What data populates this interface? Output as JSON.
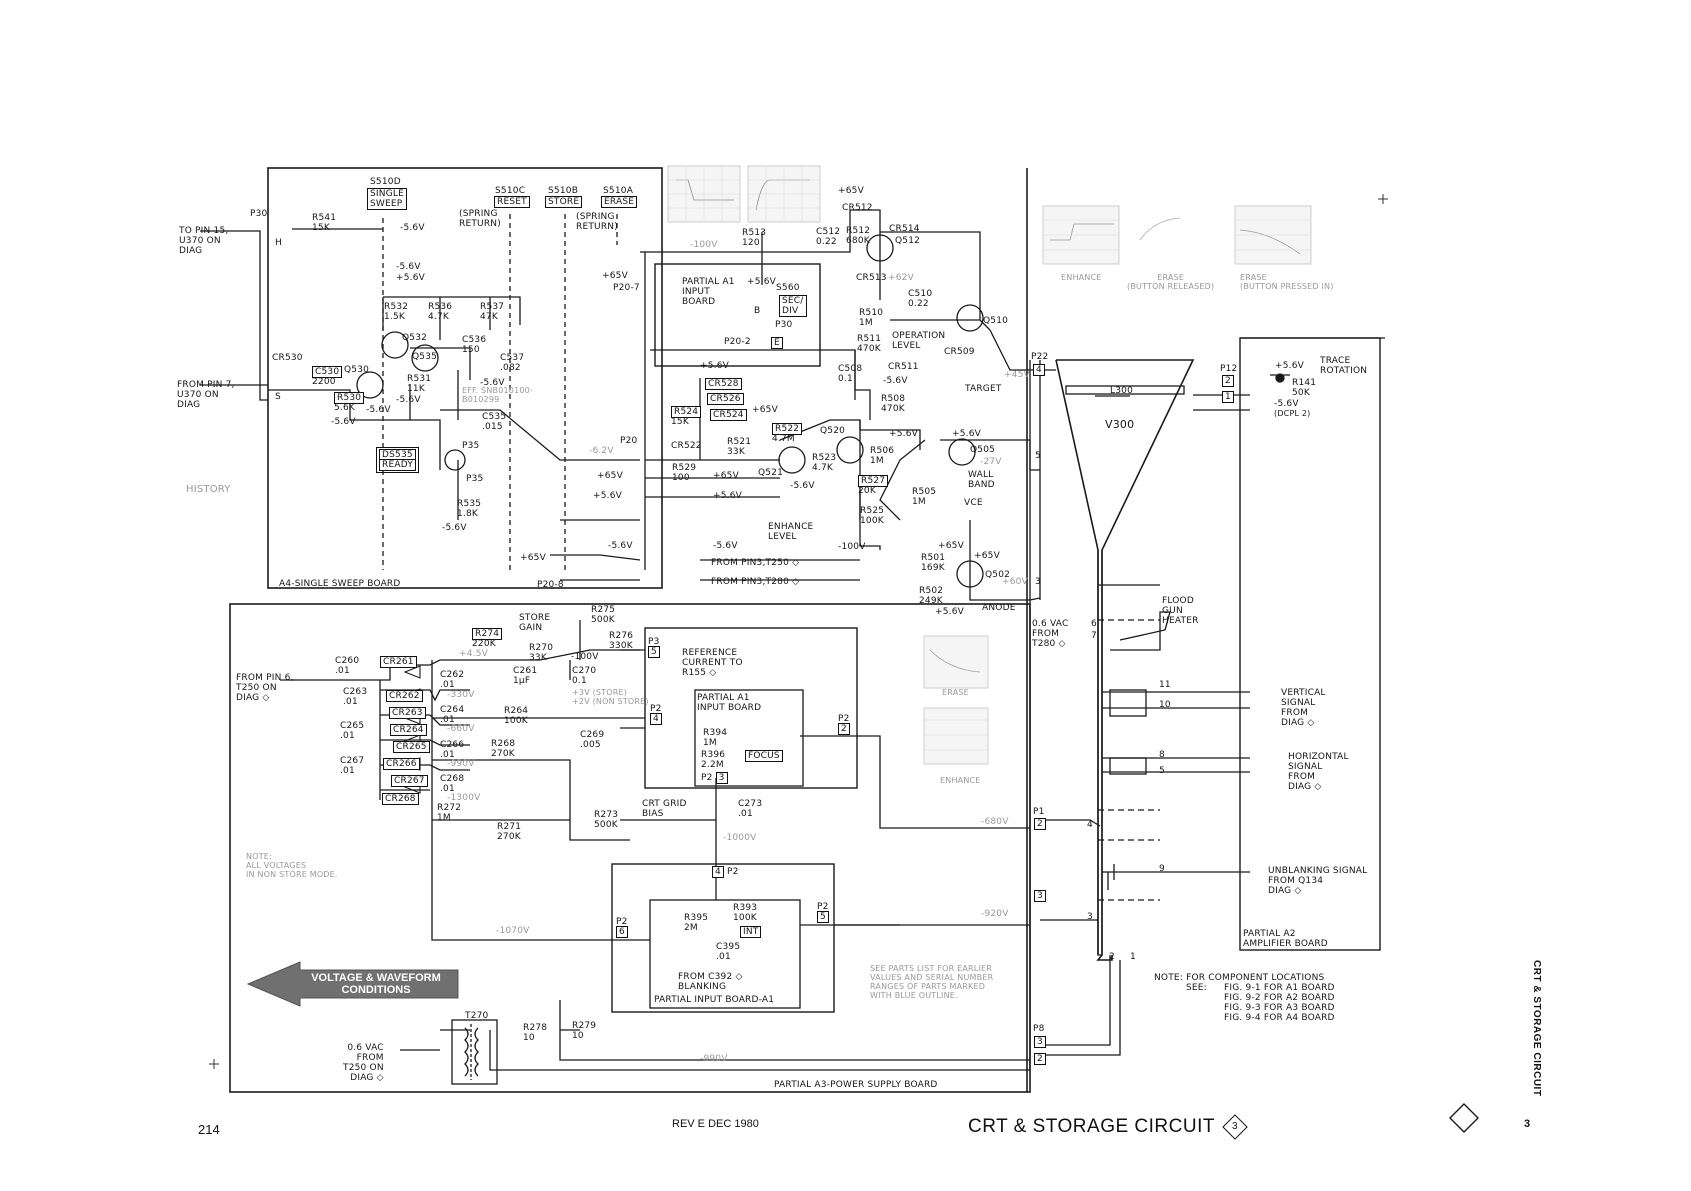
{
  "sheet": {
    "page_number": "214",
    "revision": "REV E DEC 1980",
    "title": "CRT & STORAGE CIRCUIT",
    "title_badge": "3",
    "side_tab": "CRT & STORAGE CIRCUIT",
    "side_tab_badge": "3",
    "history_stamp": "HISTORY",
    "arrow_text": [
      "VOLTAGE & WAVEFORM",
      "CONDITIONS"
    ]
  },
  "boards": {
    "a4": "A4-SINGLE SWEEP BOARD",
    "a1_top": [
      "PARTIAL",
      "A1",
      "INPUT",
      "BOARD"
    ],
    "a1_mid": [
      "PARTIAL A1",
      "INPUT BOARD"
    ],
    "a1_bottom": "PARTIAL INPUT BOARD-A1",
    "a2": [
      "PARTIAL A2",
      "AMPLIFIER BOARD"
    ],
    "a3": "PARTIAL A3-POWER SUPPLY BOARD"
  },
  "switches": {
    "s510d": "S510D",
    "s510d_name": [
      "SINGLE",
      "SWEEP"
    ],
    "s510c": "S510C",
    "s510c_name": "RESET",
    "s510b": "S510B",
    "s510b_name": "STORE",
    "s510a": "S510A",
    "s510a_name": "ERASE",
    "spring_return": [
      "(SPRING",
      "RETURN)"
    ],
    "s560": "S560",
    "s560_name": [
      "SEC/",
      "DIV"
    ]
  },
  "a4_labels": {
    "to_pin15": [
      "TO PIN 15,",
      "U370 ON",
      "DIAG"
    ],
    "from_pin7": [
      "FROM PIN 7,",
      "U370 ON",
      "DIAG"
    ],
    "p30": "P30",
    "h": "H",
    "s": "S",
    "r541": [
      "R541",
      "15K"
    ],
    "v_neg56_a": "-5.6V",
    "v_neg56_b": "-5.6V",
    "v_pos56": "+5.6V",
    "r532": [
      "R532",
      "1.5K"
    ],
    "r536": [
      "R536",
      "4.7K"
    ],
    "r537": [
      "R537",
      "47K"
    ],
    "q532": "Q532",
    "q535": "Q535",
    "q530": "Q530",
    "c536": [
      "C536",
      "150"
    ],
    "c537": [
      "C537",
      ".082"
    ],
    "cr530": "CR530",
    "c530": [
      "C530",
      "2200"
    ],
    "r530": [
      "R530",
      "5.6K"
    ],
    "r531": [
      "R531",
      "11K"
    ],
    "v_neg56_c": "-5.6V",
    "v_neg56_d": "-5.6V",
    "v_neg56_e": "-5.6V",
    "v_neg56_f": "-5.6V",
    "eff": [
      "EFF. SNB010100-",
      "B010299"
    ],
    "c535": [
      "C535",
      ".015"
    ],
    "ds535": "DS535",
    "ready": "READY",
    "p35a": "P35",
    "p35b": "P35",
    "r535": [
      "R535",
      "1.8K"
    ],
    "v_neg56_g": "-5.6V",
    "v65_p20_7": "+65V",
    "p20_7": "P20-7",
    "v65_p20_8": "+65V",
    "p20_8": "P20-8"
  },
  "mid_labels": {
    "v_neg100": "-100V",
    "r513": [
      "R513",
      "120"
    ],
    "v65_top": "+65V",
    "cr512": "CR512",
    "c512": [
      "C512",
      "0.22"
    ],
    "r512": [
      "R512",
      "680K"
    ],
    "cr514": "CR514",
    "q512": "Q512",
    "cr513": "CR513",
    "v62": "+62V",
    "c510": [
      "C510",
      "0.22"
    ],
    "q510": "Q510",
    "r510": [
      "R510",
      "1M"
    ],
    "op_level": [
      "OPERATION",
      "LEVEL"
    ],
    "r511": [
      "R511",
      "470K"
    ],
    "cr509": "CR509",
    "cr511": "CR511",
    "c508": [
      "C508",
      "0.1"
    ],
    "v_neg56_h": "-5.6V",
    "v56_s560": "+5.6V",
    "p30b": "P30",
    "b": "B",
    "p20_2": "P20-2",
    "e": "E",
    "v56_cr": "+5.6V",
    "cr528": "CR528",
    "cr526": "CR526",
    "cr524": "CR524",
    "r524": [
      "R524",
      "15K"
    ],
    "cr522": "CR522",
    "v65_q": "+65V",
    "r522": [
      "R522",
      "4.7M"
    ],
    "q520": "Q520",
    "r521": [
      "R521",
      "33K"
    ],
    "r523": [
      "R523",
      "4.7K"
    ],
    "q521": "Q521",
    "v_neg56_i": "-5.6V",
    "p20": "P20",
    "v_neg62": "-6.2V",
    "r529": [
      "R529",
      "100"
    ],
    "v65_l": "+65V",
    "v65_r": "+65V",
    "v56_l": "+5.6V",
    "v56_r": "+5.6V",
    "v_neg56_l": "-5.6V",
    "v_neg56_r": "-5.6V",
    "from_t250": "FROM PIN3,T250",
    "from_t280": "FROM PIN3,T280",
    "enhance_level": [
      "ENHANCE",
      "LEVEL"
    ],
    "v_neg100_b": "-100V",
    "r508": [
      "R508",
      "470K"
    ],
    "v56_r506": "+5.6V",
    "r506": [
      "R506",
      "1M"
    ],
    "r527": [
      "R527",
      "20K"
    ],
    "r525": [
      "R525",
      "100K"
    ],
    "r505": [
      "R505",
      "1M"
    ],
    "q505": "Q505",
    "v56_q505": "+5.6V",
    "v_neg27": "-27V",
    "wall_band": [
      "WALL",
      "BAND"
    ],
    "vce": "VCE",
    "v65_q502": "+65V",
    "v65_q502b": "+65V",
    "r501": [
      "R501",
      "169K"
    ],
    "q502": "Q502",
    "r502": [
      "R502",
      "249K"
    ],
    "v56_q502": "+5.6V",
    "anode": "ANODE",
    "v60": "+60V",
    "target": "TARGET",
    "v45": "+45V"
  },
  "crt_labels": {
    "v300": "V300",
    "l300": "L300",
    "p22": "P22",
    "p22_4": "4",
    "p22_5": "5",
    "p22_3": "3",
    "p12": "P12",
    "p12_2": "2",
    "p12_1": "1",
    "v56_trace": "+5.6V",
    "trace_rotation": [
      "TRACE",
      "ROTATION"
    ],
    "r141": [
      "R141",
      "50K"
    ],
    "v_neg56_trace": "-5.6V",
    "dcpl": "(DCPL 2)",
    "flood_gun": [
      "FLOOD",
      "GUN",
      "HEATER"
    ],
    "vac_t280": [
      "0.6 VAC",
      "FROM",
      "T280"
    ],
    "pin6": "6",
    "pin7": "7",
    "pin11": "11",
    "pin10": "10",
    "pin8": "8",
    "pin5": "5",
    "pin4": "4",
    "pin9": "9",
    "pin3": "3",
    "pin2": "2",
    "pin1": "1",
    "vertical": [
      "VERTICAL",
      "SIGNAL",
      "FROM",
      "DIAG"
    ],
    "horizontal": [
      "HORIZONTAL",
      "SIGNAL",
      "FROM",
      "DIAG"
    ],
    "unblanking": [
      "UNBLANKING SIGNAL",
      "FROM Q134",
      "DIAG"
    ],
    "p1": "P1",
    "p1_2": "2",
    "p1_3": "3",
    "v_neg680": "-680V",
    "v_neg920": "-920V",
    "p8": "P8",
    "p8_3": "3",
    "p8_2": "2",
    "v_neg990_p8": "-990V"
  },
  "waveforms": {
    "enhance": "ENHANCE",
    "erase_released": [
      "ERASE",
      "(BUTTON RELEASED)"
    ],
    "erase_pressed": [
      "ERASE",
      "(BUTTON",
      "PRESSED IN)"
    ],
    "erase_low": "ERASE",
    "enhance_low": "ENHANCE"
  },
  "hv_labels": {
    "from_pin6": [
      "FROM PIN 6,",
      "T250 ON",
      "DIAG"
    ],
    "c260": [
      "C260",
      ".01"
    ],
    "cr261": "CR261",
    "c262": [
      "C262",
      ".01"
    ],
    "c263": [
      "C263",
      ".01"
    ],
    "cr262": "CR262",
    "cr263": "CR263",
    "c264": [
      "C264",
      ".01"
    ],
    "c265": [
      "C265",
      ".01"
    ],
    "cr264": "CR264",
    "cr265": "CR265",
    "c266": [
      "C266",
      ".01"
    ],
    "c267": [
      "C267",
      ".01"
    ],
    "cr266": "CR266",
    "cr267": "CR267",
    "c268": [
      "C268",
      ".01"
    ],
    "cr268": "CR268",
    "r274": [
      "R274",
      "220K"
    ],
    "v4_5": "+4.5V",
    "store_gain": [
      "STORE",
      "GAIN"
    ],
    "r275": [
      "R275",
      "500K"
    ],
    "r276": [
      "R276",
      "330K"
    ],
    "r270": [
      "R270",
      "33K"
    ],
    "v_neg100_c": "-100V",
    "c261": [
      "C261",
      "1μF"
    ],
    "c270": [
      "C270",
      "0.1"
    ],
    "v_store": [
      "+3V (STORE)",
      "+2V (NON STORE)"
    ],
    "v_neg330": "-330V",
    "v_neg660": "-660V",
    "v_neg990": "-990V",
    "v_neg1300": "-1300V",
    "r264": [
      "R264",
      "100K"
    ],
    "r268": [
      "R268",
      "270K"
    ],
    "c269": [
      "C269",
      ".005"
    ],
    "r272": [
      "R272",
      "1M"
    ],
    "r271": [
      "R271",
      "270K"
    ],
    "p3": "P3",
    "p3_5": "5",
    "ref_current": [
      "REFERENCE",
      "CURRENT TO",
      "R155"
    ],
    "p2": "P2",
    "p2_4": "4",
    "p2_2": "2",
    "r394": [
      "R394",
      "1M"
    ],
    "r396": [
      "R396",
      "2.2M"
    ],
    "focus": "FOCUS",
    "p2_3": "P2",
    "p2_3n": "3",
    "r273": [
      "R273",
      "500K"
    ],
    "crt_grid": [
      "CRT GRID",
      "BIAS"
    ],
    "c273": [
      "C273",
      ".01"
    ],
    "v_neg1000": "-1000V",
    "p2_4b": "P2",
    "p2_4bn": "4",
    "p2_6": "P2",
    "p2_6n": "6",
    "p2_5": "P2",
    "p2_5n": "5",
    "r395": [
      "R395",
      "2M"
    ],
    "r393": [
      "R393",
      "100K"
    ],
    "int": "INT",
    "c395": [
      "C395",
      ".01"
    ],
    "from_c392": [
      "FROM C392",
      "BLANKING"
    ],
    "v_neg1070": "-1070V",
    "r278": [
      "R278",
      "10"
    ],
    "r279": [
      "R279",
      "10"
    ],
    "t270": "T270",
    "vac_t250": [
      "0.6 VAC",
      "FROM",
      "T250 ON",
      "DIAG"
    ]
  },
  "notes": {
    "voltages": [
      "NOTE:",
      "ALL VOLTAGES",
      "IN NON STORE MODE."
    ],
    "parts_list": [
      "SEE PARTS LIST FOR EARLIER",
      "VALUES AND SERIAL NUMBER",
      "RANGES OF PARTS MARKED",
      "WITH BLUE OUTLINE."
    ],
    "component_head": "NOTE: FOR COMPONENT LOCATIONS",
    "see": "SEE:",
    "figs": [
      "FIG. 9-1  FOR A1 BOARD",
      "FIG. 9-2  FOR A2 BOARD",
      "FIG. 9-3  FOR A3 BOARD",
      "FIG. 9-4  FOR A4 BOARD"
    ]
  }
}
